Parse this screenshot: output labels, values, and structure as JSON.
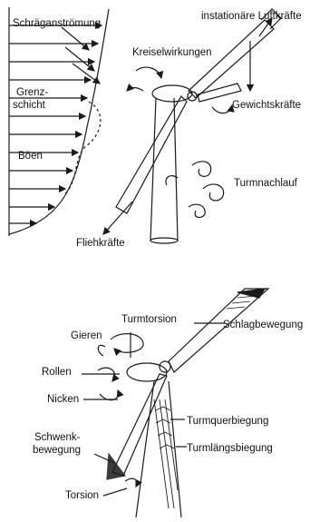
{
  "top": {
    "labels": {
      "oblique_flow": "Schräganströmung",
      "unsteady_air_forces": "instationäre Luftkräfte",
      "gyroscopic_effects": "Kreiselwirkungen",
      "boundary_layer_line1": "Grenz-",
      "boundary_layer_line2": "schicht",
      "weight_forces": "Gewichtskräfte",
      "gusts": "Böen",
      "tower_wake": "Turmnachlauf",
      "centrifugal_forces": "Fliehkräfte"
    }
  },
  "bottom": {
    "labels": {
      "tower_torsion": "Turmtorsion",
      "yaw": "Gieren",
      "flap_motion": "Schlagbewegung",
      "roll": "Rollen",
      "pitch": "Nicken",
      "lead_lag_line1": "Schwenk-",
      "lead_lag_line2": "bewegung",
      "tower_lateral_bending": "Turmquerbiegung",
      "tower_longitudinal_bending": "Turmlängsbiegung",
      "torsion": "Torsion"
    }
  },
  "colors": {
    "ink": "#1a1a1a",
    "background": "#ffffff"
  }
}
